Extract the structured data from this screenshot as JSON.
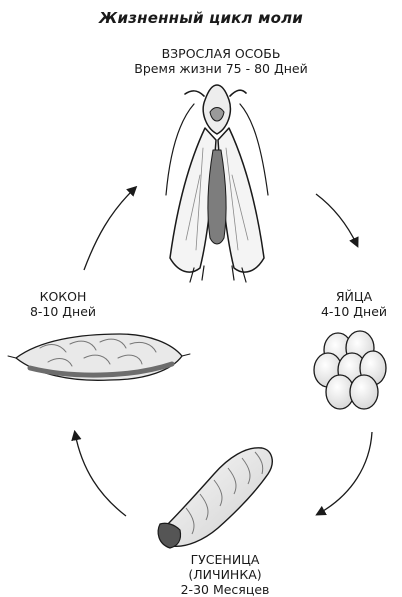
{
  "title": "Жизненный цикл моли",
  "stages": {
    "adult": {
      "name": "ВЗРОСЛАЯ ОСОБЬ",
      "duration": "Время жизни 75 - 80 Дней"
    },
    "eggs": {
      "name": "ЯЙЦА",
      "duration": "4-10 Дней"
    },
    "larva": {
      "name": "ГУСЕНИЦА",
      "alt_name": "(ЛИЧИНКА)",
      "duration": "2-30 Месяцев"
    },
    "cocoon": {
      "name": "КОКОН",
      "duration": "8-10 Дней"
    }
  }
}
